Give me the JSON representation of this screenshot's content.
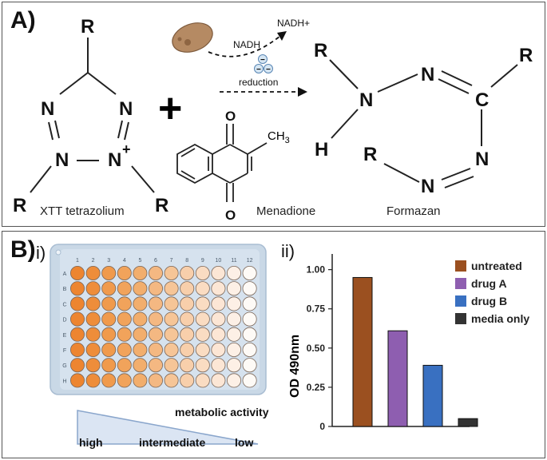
{
  "panel_a": {
    "label": "A)",
    "xtt": {
      "r_top": "R",
      "n_left": "N",
      "n_right": "N",
      "n_bottom_left": "N",
      "n_bottom_right": "N",
      "plus_charge": "+",
      "r_left": "R",
      "r_right": "R",
      "caption": "XTT tetrazolium"
    },
    "plus_sign": "+",
    "reaction": {
      "nadh": "NADH",
      "nadh_plus": "NADH+",
      "electron": "−",
      "reduction": "reduction"
    },
    "menadione": {
      "o_top": "O",
      "o_bottom": "O",
      "ch3": "CH",
      "ch3_sub": "3",
      "caption": "Menadione"
    },
    "formazan": {
      "r1": "R",
      "r2": "R",
      "r3": "R",
      "n1": "N",
      "n2": "N",
      "n3": "N",
      "n4": "N",
      "c": "C",
      "h": "H",
      "caption": "Formazan"
    },
    "colors": {
      "cell_body": "#b58a63",
      "cell_spot": "#8e6542",
      "electron_fill": "#d6e6f3",
      "electron_stroke": "#5a87b5"
    }
  },
  "panel_b": {
    "label": "B)",
    "sub_i": "i)",
    "sub_ii": "ii)",
    "plate": {
      "columns": [
        "1",
        "2",
        "3",
        "4",
        "5",
        "6",
        "7",
        "8",
        "9",
        "10",
        "11",
        "12"
      ],
      "rows": [
        "A",
        "B",
        "C",
        "D",
        "E",
        "F",
        "G",
        "H"
      ],
      "well_colors": [
        "#ed8530",
        "#ee8d3a",
        "#f09a4c",
        "#f1a35b",
        "#f2ae6d",
        "#f4b882",
        "#f6c597",
        "#f8cfab",
        "#fadcc2",
        "#fce6d5",
        "#fdf0e6",
        "#fefaf6"
      ],
      "plate_color": "#c9d8e6"
    },
    "gradient": {
      "title": "metabolic activity",
      "high": "high",
      "intermediate": "intermediate",
      "low": "low",
      "fill": "#dbe5f3",
      "stroke": "#8aa6cc"
    }
  },
  "chart_data": {
    "type": "bar",
    "categories": [
      "untreated",
      "drug A",
      "drug B",
      "media only"
    ],
    "values": [
      0.95,
      0.61,
      0.39,
      0.05
    ],
    "colors": [
      "#9b5020",
      "#8e5eb0",
      "#3970c1",
      "#333333"
    ],
    "ylabel": "OD 490nm",
    "ylim": [
      0,
      1.1
    ],
    "yticks": [
      "0",
      "0.25",
      "0.50",
      "0.75",
      "1.00"
    ],
    "legend_position": "top-right",
    "legend": [
      "untreated",
      "drug A",
      "drug B",
      "media only"
    ]
  }
}
